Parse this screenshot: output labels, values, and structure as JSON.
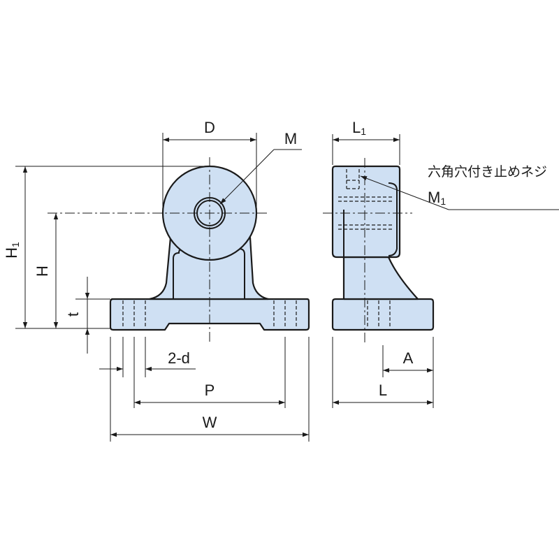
{
  "labels": {
    "D": "D",
    "M": "M",
    "L1": {
      "main": "L",
      "sub": "1"
    },
    "H1": {
      "main": "H",
      "sub": "1"
    },
    "H": "H",
    "t": "t",
    "d": "2-d",
    "P": "P",
    "W": "W",
    "A": "A",
    "L": "L",
    "setscrew_note": "六角穴付き止めネジ",
    "M1": {
      "main": "M",
      "sub": "1"
    }
  },
  "colors": {
    "part_fill": "#cfe0f3",
    "line": "#1a1a1a"
  }
}
